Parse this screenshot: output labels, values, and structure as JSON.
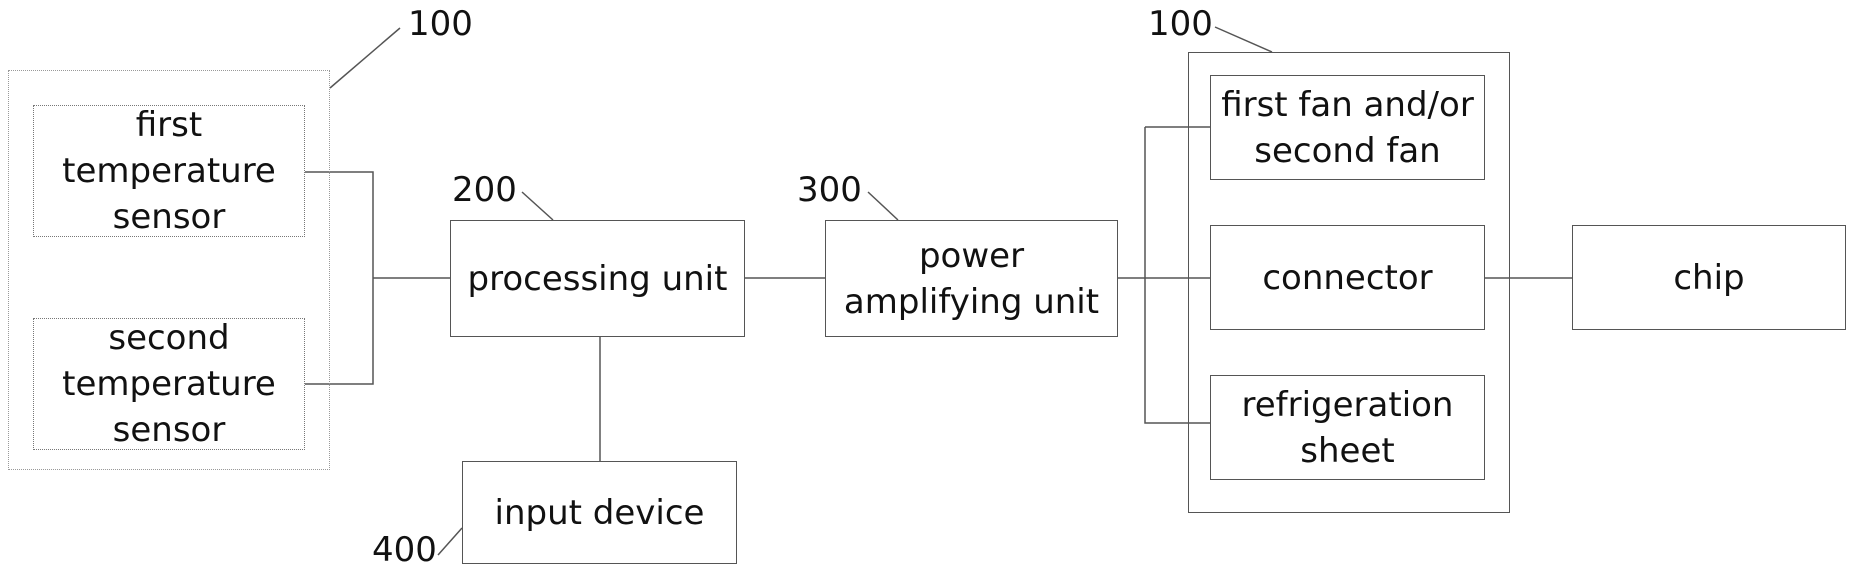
{
  "blocks": {
    "first_temperature_sensor": "first\ntemperature\nsensor",
    "second_temperature_sensor": "second\ntemperature\nsensor",
    "processing_unit": "processing unit",
    "power_amplifying_unit": "power\namplifying unit",
    "first_fan_second_fan": "first fan and/or\nsecond fan",
    "connector": "connector",
    "refrigeration_sheet": "refrigeration\nsheet",
    "input_device": "input device",
    "chip": "chip"
  },
  "refs": {
    "sensor_group": "100",
    "processing_unit": "200",
    "power_amplifying_unit": "300",
    "input_device": "400",
    "cooling_group": "100"
  },
  "colors": {
    "line": "#555555",
    "text": "#111111"
  }
}
